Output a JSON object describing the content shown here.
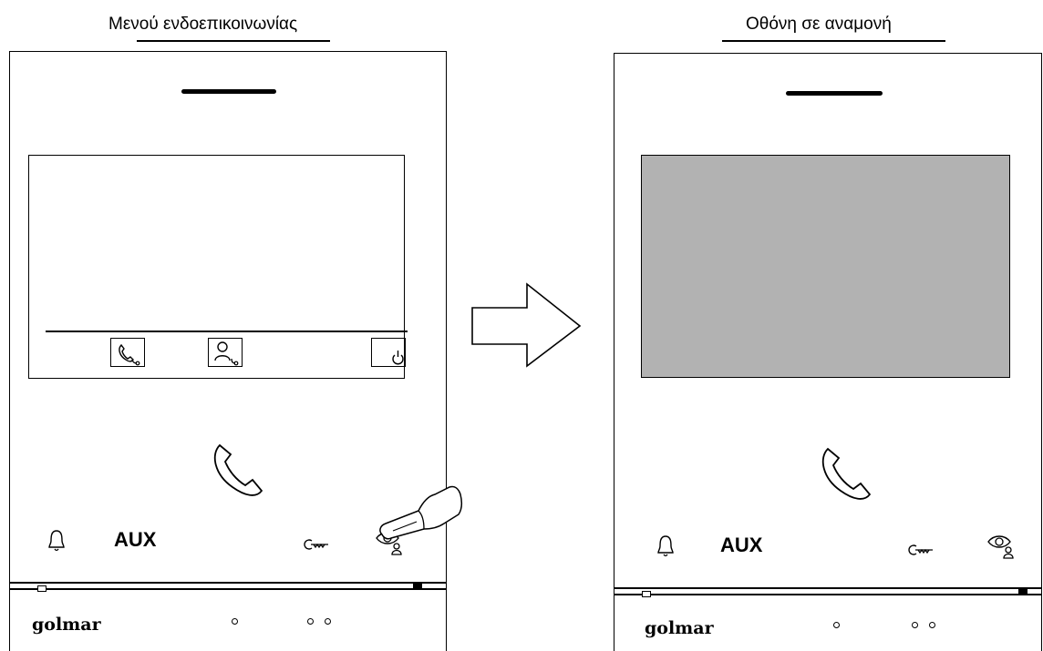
{
  "left_panel": {
    "caption": "Μενού ενδοεπικοινωνίας",
    "menu_buttons": [
      "intercom-call-icon",
      "guard-unit-icon",
      "standby-power-icon"
    ],
    "aux_label": "AUX",
    "brand": "golmar",
    "icons": [
      "bell-icon",
      "handset-icon",
      "key-icon",
      "eye-user-icon",
      "pressing-hand-icon"
    ]
  },
  "arrow": {
    "icon": "arrow-right-icon"
  },
  "right_panel": {
    "caption": "Οθόνη σε αναμονή",
    "screen_state": "standby",
    "aux_label": "AUX",
    "brand": "golmar",
    "icons": [
      "bell-icon",
      "handset-icon",
      "key-icon",
      "eye-user-icon"
    ]
  },
  "colors": {
    "standby_screen": "#b2b2b2",
    "ink": "#000000"
  }
}
